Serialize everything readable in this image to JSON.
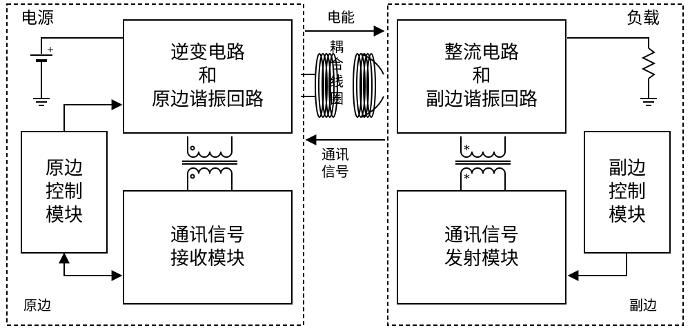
{
  "left_panel": {
    "corner_title": "电源",
    "corner_footer": "原边",
    "inverter_box": [
      "逆变电路",
      "和",
      "原边谐振回路"
    ],
    "control_box": [
      "原边",
      "控制",
      "模块"
    ],
    "receiver_box": [
      "通讯信号",
      "接收模块"
    ]
  },
  "right_panel": {
    "corner_title": "负载",
    "corner_footer": "副边",
    "rectifier_box": [
      "整流电路",
      "和",
      "副边谐振回路"
    ],
    "control_box": [
      "副边",
      "控制",
      "模块"
    ],
    "transmitter_box": [
      "通讯信号",
      "发射模块"
    ]
  },
  "middle": {
    "power_label": "电能",
    "coil_label": [
      "耦",
      "合",
      "线",
      "圈"
    ],
    "signal_label": [
      "通讯",
      "信号"
    ]
  },
  "transformer_marks": {
    "secondary_side_dot": "*"
  }
}
